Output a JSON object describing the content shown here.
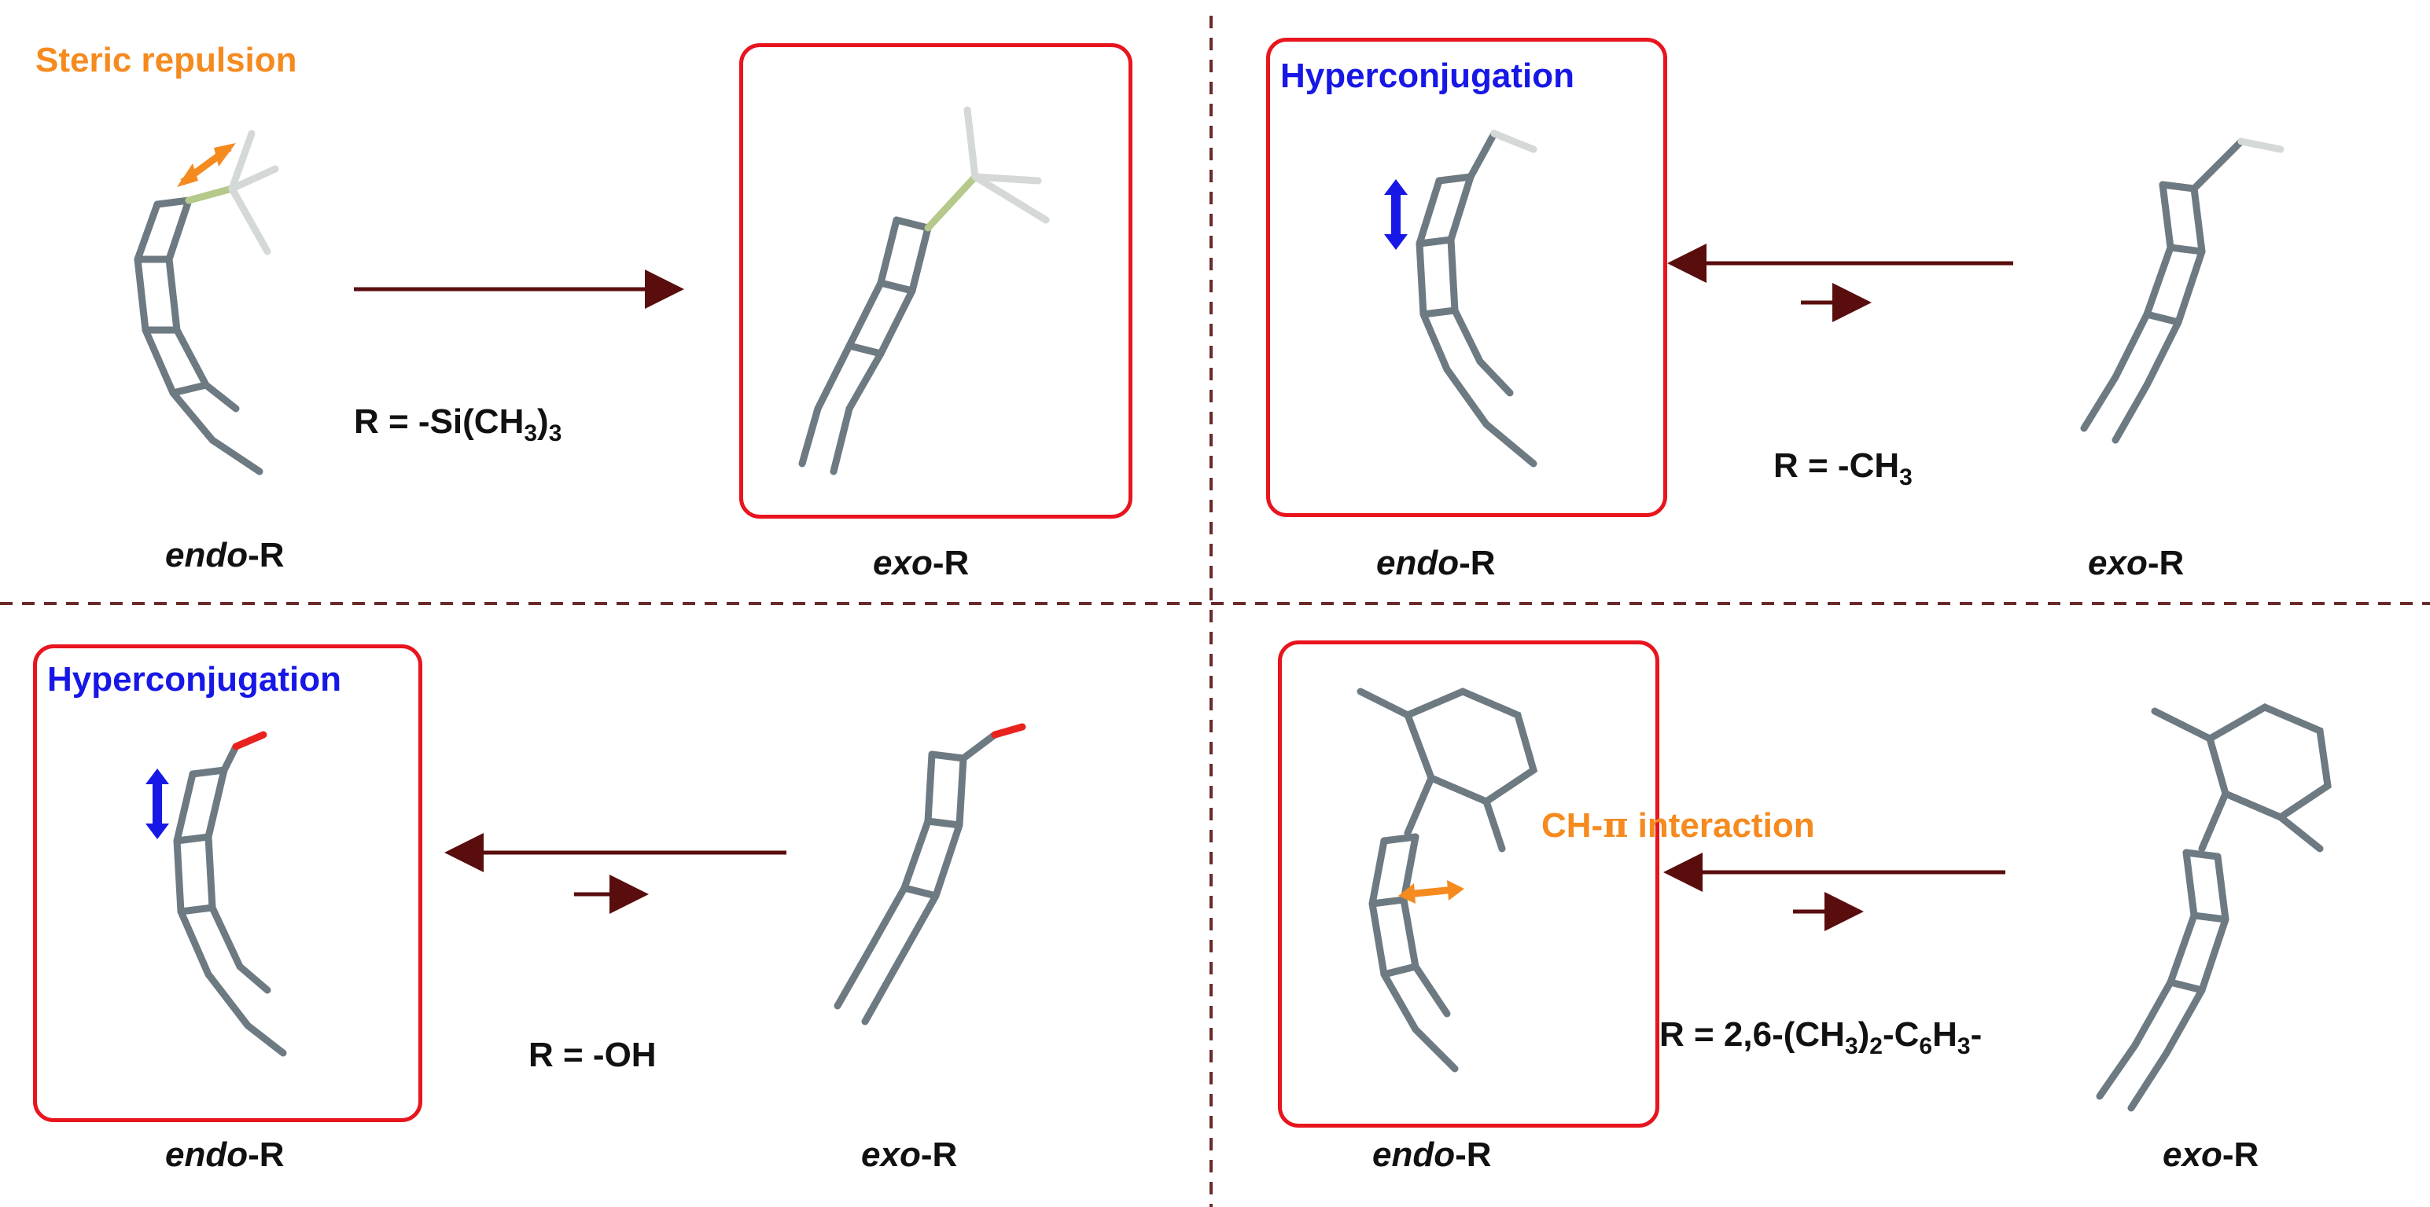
{
  "colors": {
    "arrow": "#5a0d0d",
    "divider": "#6b2a2a",
    "box": "#e8141e",
    "steric": "#f58a1f",
    "hyper": "#1717e6",
    "ch_pi": "#f58a1f",
    "bond": "#6e7a82",
    "hydrogen": "#d4d8d6",
    "silicon": "#b5c98a",
    "oxygen": "#e8231e"
  },
  "panels": [
    {
      "note": "Steric repulsion",
      "r_prefix": "R = -Si(CH",
      "r_sub1": "3",
      "r_mid": ")",
      "r_sub2": "3",
      "left_cap_it": "endo",
      "left_cap_rest": "-R",
      "right_cap_it": "exo",
      "right_cap_rest": "-R",
      "equilibrium": "forward",
      "boxed_isomer": "exo"
    },
    {
      "note": "Hyperconjugation",
      "r_prefix": "R = -CH",
      "r_sub1": "3",
      "left_cap_it": "endo",
      "left_cap_rest": "-R",
      "right_cap_it": "exo",
      "right_cap_rest": "-R",
      "equilibrium": "backward",
      "boxed_isomer": "endo"
    },
    {
      "note": "Hyperconjugation",
      "r_prefix": "R = -OH",
      "left_cap_it": "endo",
      "left_cap_rest": "-R",
      "right_cap_it": "exo",
      "right_cap_rest": "-R",
      "equilibrium": "backward",
      "boxed_isomer": "endo"
    },
    {
      "note_a": "CH-",
      "note_pi": "π",
      "note_b": " interaction",
      "r_prefix": "R = 2,6-(CH",
      "r_sub1": "3",
      "r_mid": ")",
      "r_sub2": "2",
      "r_mid2": "-C",
      "r_sub3": "6",
      "r_mid3": "H",
      "r_sub4": "3",
      "r_suffix": "-",
      "left_cap_it": "endo",
      "left_cap_rest": "-R",
      "right_cap_it": "exo",
      "right_cap_rest": "-R",
      "equilibrium": "backward",
      "boxed_isomer": "endo"
    }
  ]
}
